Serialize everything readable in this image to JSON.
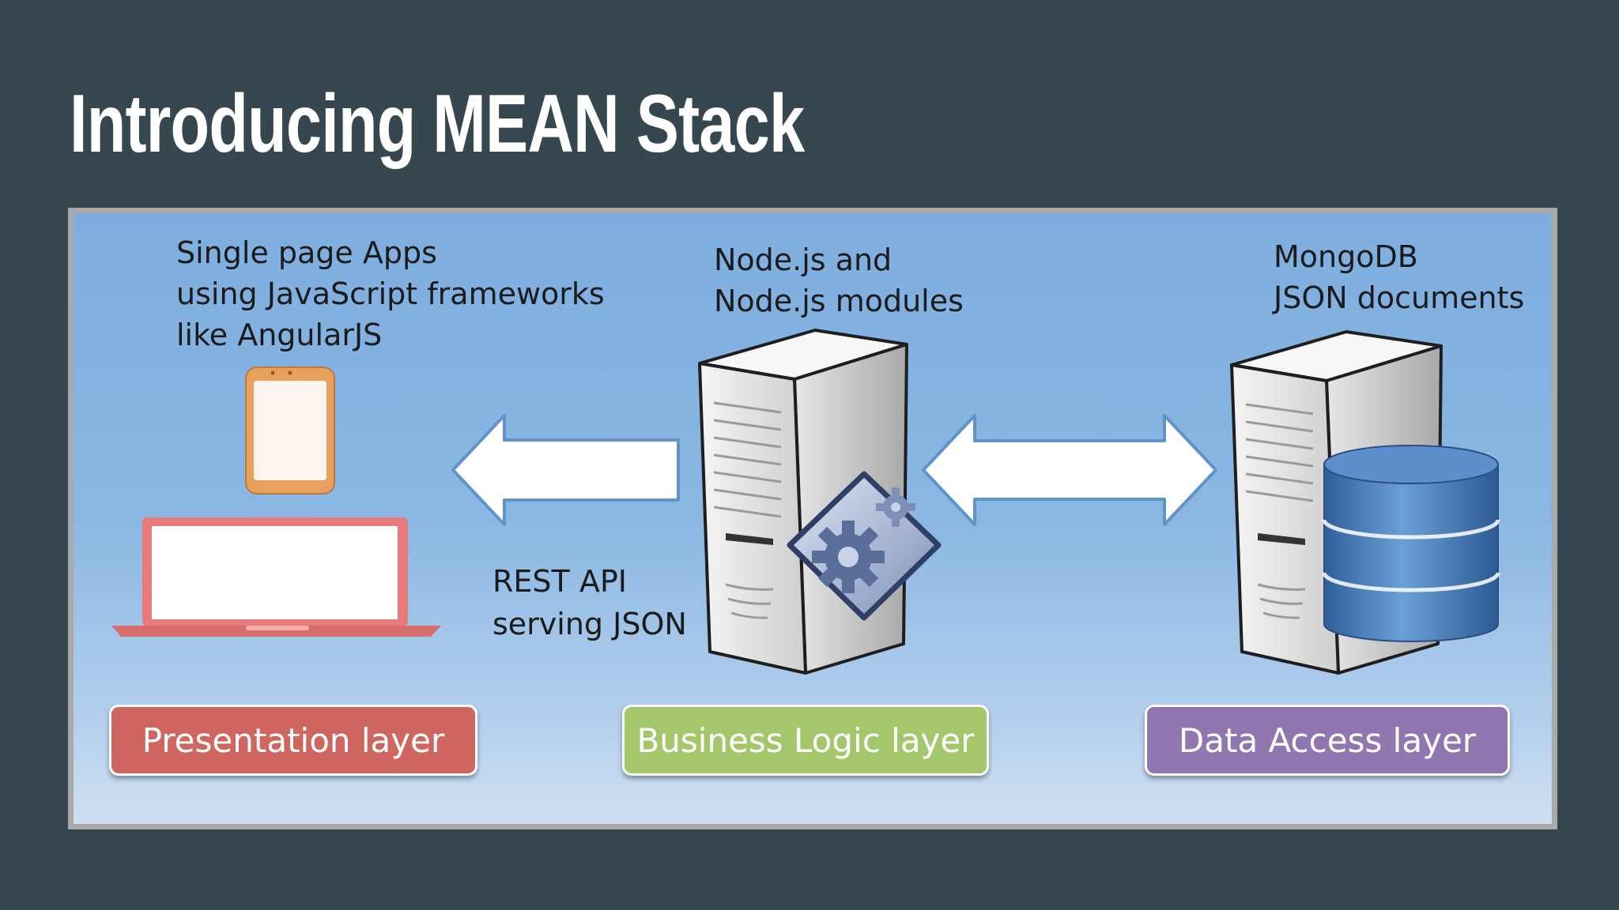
{
  "title": "Introducing MEAN Stack",
  "labels": {
    "presentation_line1": "Single page Apps",
    "presentation_line2": "using JavaScript frameworks",
    "presentation_line3": "like AngularJS",
    "server_line1": "Node.js and",
    "server_line2": "Node.js modules",
    "db_line1": "MongoDB",
    "db_line2": "JSON documents",
    "api_line1": "REST API",
    "api_line2": "serving JSON"
  },
  "layers": [
    {
      "label": "Presentation layer",
      "color": "#cf6760"
    },
    {
      "label": "Business Logic layer",
      "color": "#a4c76b"
    },
    {
      "label": "Data Access layer",
      "color": "#9077b0"
    }
  ],
  "colors": {
    "background": "#37474f",
    "diagram_bg": "#87b4e0",
    "arrow_fill": "#ffffff",
    "arrow_stroke": "#5f93c9",
    "database": "#4a7fbf"
  },
  "icons": [
    "tablet-icon",
    "laptop-icon",
    "server-icon",
    "gear-badge-icon",
    "database-icon",
    "left-arrow-icon",
    "double-arrow-icon"
  ]
}
